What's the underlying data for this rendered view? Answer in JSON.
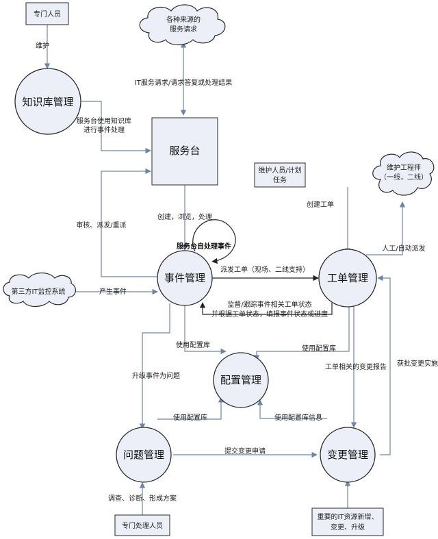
{
  "nodes": {
    "specialist": "专门人员",
    "service_requests": [
      "各种来源的",
      "服务请求"
    ],
    "knowledge_mgmt": "知识库管理",
    "service_desk": "服务台",
    "maintainer_plan": [
      "维护人员/计划",
      "任务"
    ],
    "maint_engineer": [
      "维护工程师",
      "（一线，二线）"
    ],
    "incident_mgmt": "事件管理",
    "ticket_mgmt": "工单管理",
    "third_party": "第三方IT监控系统",
    "config_mgmt": "配置管理",
    "problem_mgmt": "问题管理",
    "change_mgmt": "变更管理",
    "dedicated_handler": "专门处理人员",
    "important_it": [
      "重要的IT资源新增、",
      "变更、升级"
    ]
  },
  "labels": {
    "maintain": "维护",
    "it_service": "IT服务请求/请求答复或处理结果",
    "desk_uses_kb": [
      "服务台使用知识库",
      "进行事件处理"
    ],
    "create_browse": "创建，浏览，处理",
    "self_handle": "服务台自处理事件",
    "review_dispatch": "审核、派发/重派",
    "create_ticket": "创建工单",
    "auto_dispatch": "人工/自动派发",
    "dispatch_ticket": "派发工单（现场、二线支持）",
    "produce_event": "产生事件",
    "supervise": "监督/跟踪事件相关工单状态",
    "fill_status": "并根据工单状态，填报事件状态或进度",
    "use_cmdb_1": "使用配置库",
    "use_cmdb_2": "使用配置库",
    "use_cmdb_3": "使用配置库",
    "use_cmdb_info": "使用配置库信息",
    "escalate": "升级事件为问题",
    "ticket_change_report": "工单相关的变更报告",
    "approved_change": "获批变更实施",
    "submit_change": "提交变更申请",
    "investigate": "调查、诊断、形成方案"
  }
}
